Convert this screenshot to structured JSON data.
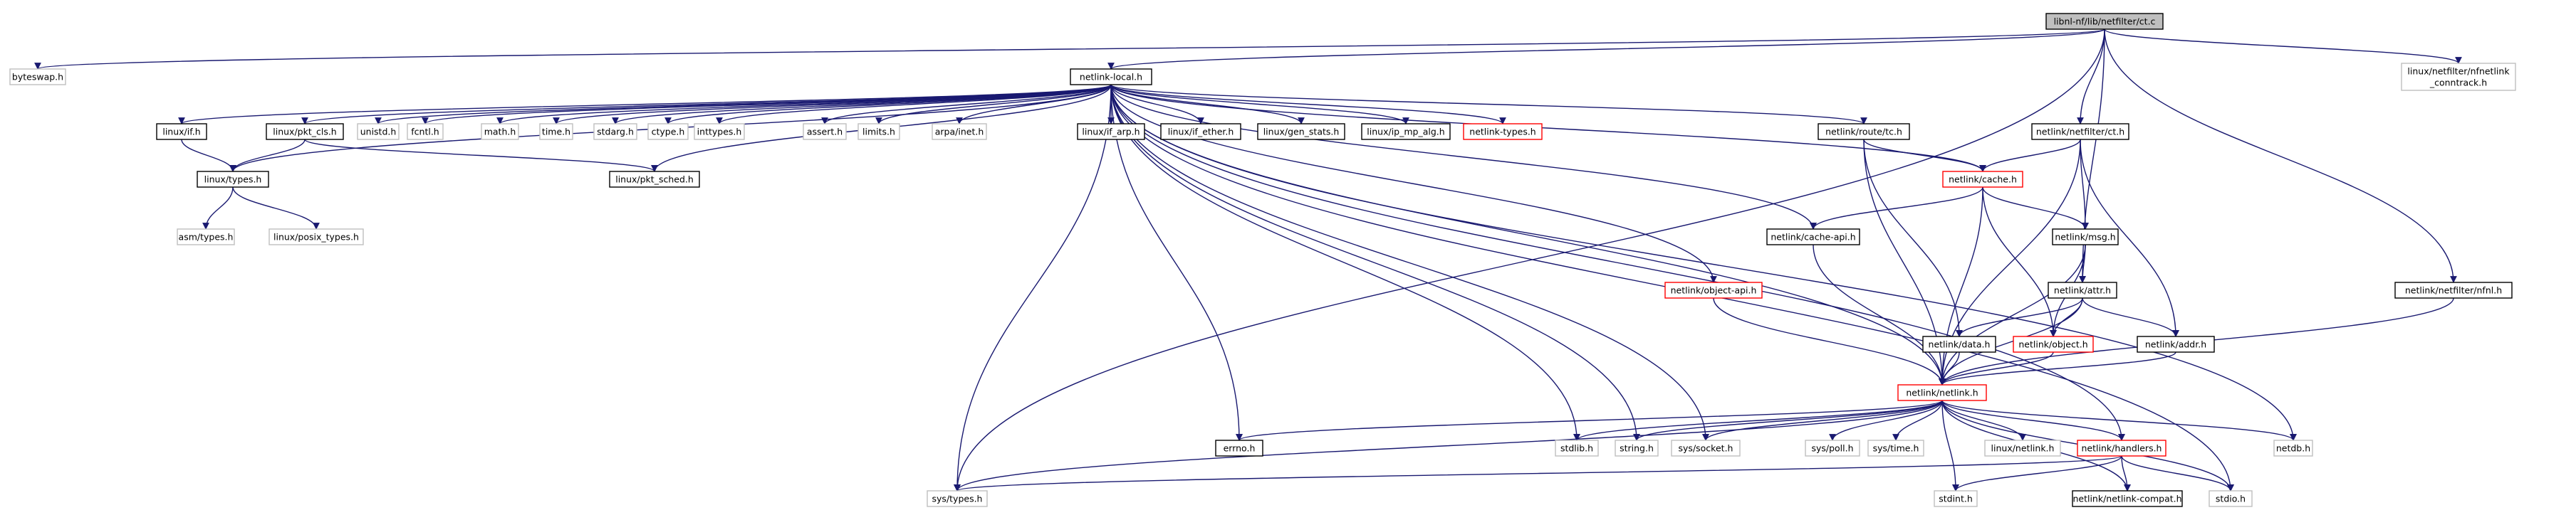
{
  "colors": {
    "edge": "#191970",
    "border_normal": "#000000",
    "border_missing": "#bfbfbf",
    "border_truncated": "#ff0000",
    "root_fill": "#bfbfbf",
    "fill": "#ffffff"
  },
  "nodes": [
    {
      "id": "root",
      "label": "libnl-nf/lib/netfilter/ct.c",
      "style": "root"
    },
    {
      "id": "byteswap",
      "label": "byteswap.h",
      "style": "missing"
    },
    {
      "id": "nl_local",
      "label": "netlink-local.h",
      "style": "normal"
    },
    {
      "id": "nfnl_ct",
      "label": "linux/netfilter/nfnetlink\n_conntrack.h",
      "style": "missing"
    },
    {
      "id": "ct_h",
      "label": "netlink/netfilter/ct.h",
      "style": "normal"
    },
    {
      "id": "linux_if",
      "label": "linux/if.h",
      "style": "normal"
    },
    {
      "id": "pkt_cls",
      "label": "linux/pkt_cls.h",
      "style": "normal"
    },
    {
      "id": "unistd",
      "label": "unistd.h",
      "style": "missing"
    },
    {
      "id": "fcntl",
      "label": "fcntl.h",
      "style": "missing"
    },
    {
      "id": "math",
      "label": "math.h",
      "style": "missing"
    },
    {
      "id": "time",
      "label": "time.h",
      "style": "missing"
    },
    {
      "id": "stdarg",
      "label": "stdarg.h",
      "style": "missing"
    },
    {
      "id": "ctype",
      "label": "ctype.h",
      "style": "missing"
    },
    {
      "id": "inttypes",
      "label": "inttypes.h",
      "style": "missing"
    },
    {
      "id": "assert",
      "label": "assert.h",
      "style": "missing"
    },
    {
      "id": "limits",
      "label": "limits.h",
      "style": "missing"
    },
    {
      "id": "arpa_inet",
      "label": "arpa/inet.h",
      "style": "missing"
    },
    {
      "id": "if_arp",
      "label": "linux/if_arp.h",
      "style": "normal"
    },
    {
      "id": "if_ether",
      "label": "linux/if_ether.h",
      "style": "normal"
    },
    {
      "id": "gen_stats",
      "label": "linux/gen_stats.h",
      "style": "normal"
    },
    {
      "id": "ip_mp_alg",
      "label": "linux/ip_mp_alg.h",
      "style": "normal"
    },
    {
      "id": "nl_types",
      "label": "netlink-types.h",
      "style": "truncated"
    },
    {
      "id": "route_tc",
      "label": "netlink/route/tc.h",
      "style": "normal"
    },
    {
      "id": "linux_types",
      "label": "linux/types.h",
      "style": "normal"
    },
    {
      "id": "pkt_sched",
      "label": "linux/pkt_sched.h",
      "style": "normal"
    },
    {
      "id": "asm_types",
      "label": "asm/types.h",
      "style": "missing"
    },
    {
      "id": "posix_types",
      "label": "linux/posix_types.h",
      "style": "missing"
    },
    {
      "id": "cache_h",
      "label": "netlink/cache.h",
      "style": "truncated"
    },
    {
      "id": "cache_api",
      "label": "netlink/cache-api.h",
      "style": "normal"
    },
    {
      "id": "msg_h",
      "label": "netlink/msg.h",
      "style": "normal"
    },
    {
      "id": "nfnl_h",
      "label": "netlink/netfilter/nfnl.h",
      "style": "normal"
    },
    {
      "id": "object_api",
      "label": "netlink/object-api.h",
      "style": "truncated"
    },
    {
      "id": "attr_h",
      "label": "netlink/attr.h",
      "style": "normal"
    },
    {
      "id": "data_h",
      "label": "netlink/data.h",
      "style": "normal"
    },
    {
      "id": "object_h",
      "label": "netlink/object.h",
      "style": "truncated"
    },
    {
      "id": "addr_h",
      "label": "netlink/addr.h",
      "style": "normal"
    },
    {
      "id": "netlink_h",
      "label": "netlink/netlink.h",
      "style": "truncated"
    },
    {
      "id": "errno",
      "label": "errno.h",
      "style": "normal"
    },
    {
      "id": "stdlib",
      "label": "stdlib.h",
      "style": "missing"
    },
    {
      "id": "string",
      "label": "string.h",
      "style": "missing"
    },
    {
      "id": "sys_socket",
      "label": "sys/socket.h",
      "style": "missing"
    },
    {
      "id": "sys_poll",
      "label": "sys/poll.h",
      "style": "missing"
    },
    {
      "id": "sys_time",
      "label": "sys/time.h",
      "style": "missing"
    },
    {
      "id": "linux_netlink",
      "label": "linux/netlink.h",
      "style": "missing"
    },
    {
      "id": "handlers",
      "label": "netlink/handlers.h",
      "style": "truncated"
    },
    {
      "id": "netdb",
      "label": "netdb.h",
      "style": "missing"
    },
    {
      "id": "sys_types",
      "label": "sys/types.h",
      "style": "missing"
    },
    {
      "id": "stdint",
      "label": "stdint.h",
      "style": "missing"
    },
    {
      "id": "nl_compat",
      "label": "netlink/netlink-compat.h",
      "style": "normal"
    },
    {
      "id": "stdio",
      "label": "stdio.h",
      "style": "missing"
    }
  ],
  "edges": [
    [
      "root",
      "byteswap"
    ],
    [
      "root",
      "nl_local"
    ],
    [
      "root",
      "nfnl_ct"
    ],
    [
      "root",
      "ct_h"
    ],
    [
      "root",
      "attr_h"
    ],
    [
      "root",
      "nfnl_h"
    ],
    [
      "root",
      "sys_types"
    ],
    [
      "nl_local",
      "linux_if"
    ],
    [
      "nl_local",
      "pkt_cls"
    ],
    [
      "nl_local",
      "unistd"
    ],
    [
      "nl_local",
      "fcntl"
    ],
    [
      "nl_local",
      "math"
    ],
    [
      "nl_local",
      "time"
    ],
    [
      "nl_local",
      "stdarg"
    ],
    [
      "nl_local",
      "ctype"
    ],
    [
      "nl_local",
      "inttypes"
    ],
    [
      "nl_local",
      "assert"
    ],
    [
      "nl_local",
      "limits"
    ],
    [
      "nl_local",
      "arpa_inet"
    ],
    [
      "nl_local",
      "if_arp"
    ],
    [
      "nl_local",
      "if_ether"
    ],
    [
      "nl_local",
      "gen_stats"
    ],
    [
      "nl_local",
      "ip_mp_alg"
    ],
    [
      "nl_local",
      "nl_types"
    ],
    [
      "nl_local",
      "route_tc"
    ],
    [
      "nl_local",
      "linux_types"
    ],
    [
      "nl_local",
      "pkt_sched"
    ],
    [
      "nl_local",
      "errno"
    ],
    [
      "nl_local",
      "stdlib"
    ],
    [
      "nl_local",
      "string"
    ],
    [
      "nl_local",
      "sys_socket"
    ],
    [
      "nl_local",
      "object_api"
    ],
    [
      "nl_local",
      "cache_api"
    ],
    [
      "nl_local",
      "cache_h"
    ],
    [
      "nl_local",
      "netlink_h"
    ],
    [
      "nl_local",
      "handlers"
    ],
    [
      "nl_local",
      "netdb"
    ],
    [
      "nl_local",
      "stdio"
    ],
    [
      "nl_local",
      "sys_types"
    ],
    [
      "linux_if",
      "linux_types"
    ],
    [
      "pkt_cls",
      "linux_types"
    ],
    [
      "pkt_cls",
      "pkt_sched"
    ],
    [
      "linux_types",
      "asm_types"
    ],
    [
      "linux_types",
      "posix_types"
    ],
    [
      "route_tc",
      "cache_h"
    ],
    [
      "route_tc",
      "data_h"
    ],
    [
      "route_tc",
      "netlink_h"
    ],
    [
      "ct_h",
      "cache_h"
    ],
    [
      "ct_h",
      "msg_h"
    ],
    [
      "ct_h",
      "addr_h"
    ],
    [
      "ct_h",
      "netlink_h"
    ],
    [
      "cache_h",
      "cache_api"
    ],
    [
      "cache_h",
      "msg_h"
    ],
    [
      "cache_h",
      "object_h"
    ],
    [
      "cache_h",
      "netlink_h"
    ],
    [
      "msg_h",
      "attr_h"
    ],
    [
      "msg_h",
      "object_h"
    ],
    [
      "msg_h",
      "netlink_h"
    ],
    [
      "attr_h",
      "data_h"
    ],
    [
      "attr_h",
      "object_h"
    ],
    [
      "attr_h",
      "addr_h"
    ],
    [
      "attr_h",
      "netlink_h"
    ],
    [
      "cache_api",
      "netlink_h"
    ],
    [
      "object_api",
      "netlink_h"
    ],
    [
      "data_h",
      "netlink_h"
    ],
    [
      "object_h",
      "netlink_h"
    ],
    [
      "addr_h",
      "netlink_h"
    ],
    [
      "nfnl_h",
      "netlink_h"
    ],
    [
      "netlink_h",
      "errno"
    ],
    [
      "netlink_h",
      "stdlib"
    ],
    [
      "netlink_h",
      "string"
    ],
    [
      "netlink_h",
      "sys_socket"
    ],
    [
      "netlink_h",
      "sys_poll"
    ],
    [
      "netlink_h",
      "sys_time"
    ],
    [
      "netlink_h",
      "linux_netlink"
    ],
    [
      "netlink_h",
      "handlers"
    ],
    [
      "netlink_h",
      "netdb"
    ],
    [
      "netlink_h",
      "sys_types"
    ],
    [
      "netlink_h",
      "stdint"
    ],
    [
      "netlink_h",
      "nl_compat"
    ],
    [
      "netlink_h",
      "stdio"
    ],
    [
      "handlers",
      "sys_types"
    ],
    [
      "handlers",
      "stdint"
    ],
    [
      "handlers",
      "nl_compat"
    ],
    [
      "handlers",
      "stdio"
    ]
  ]
}
